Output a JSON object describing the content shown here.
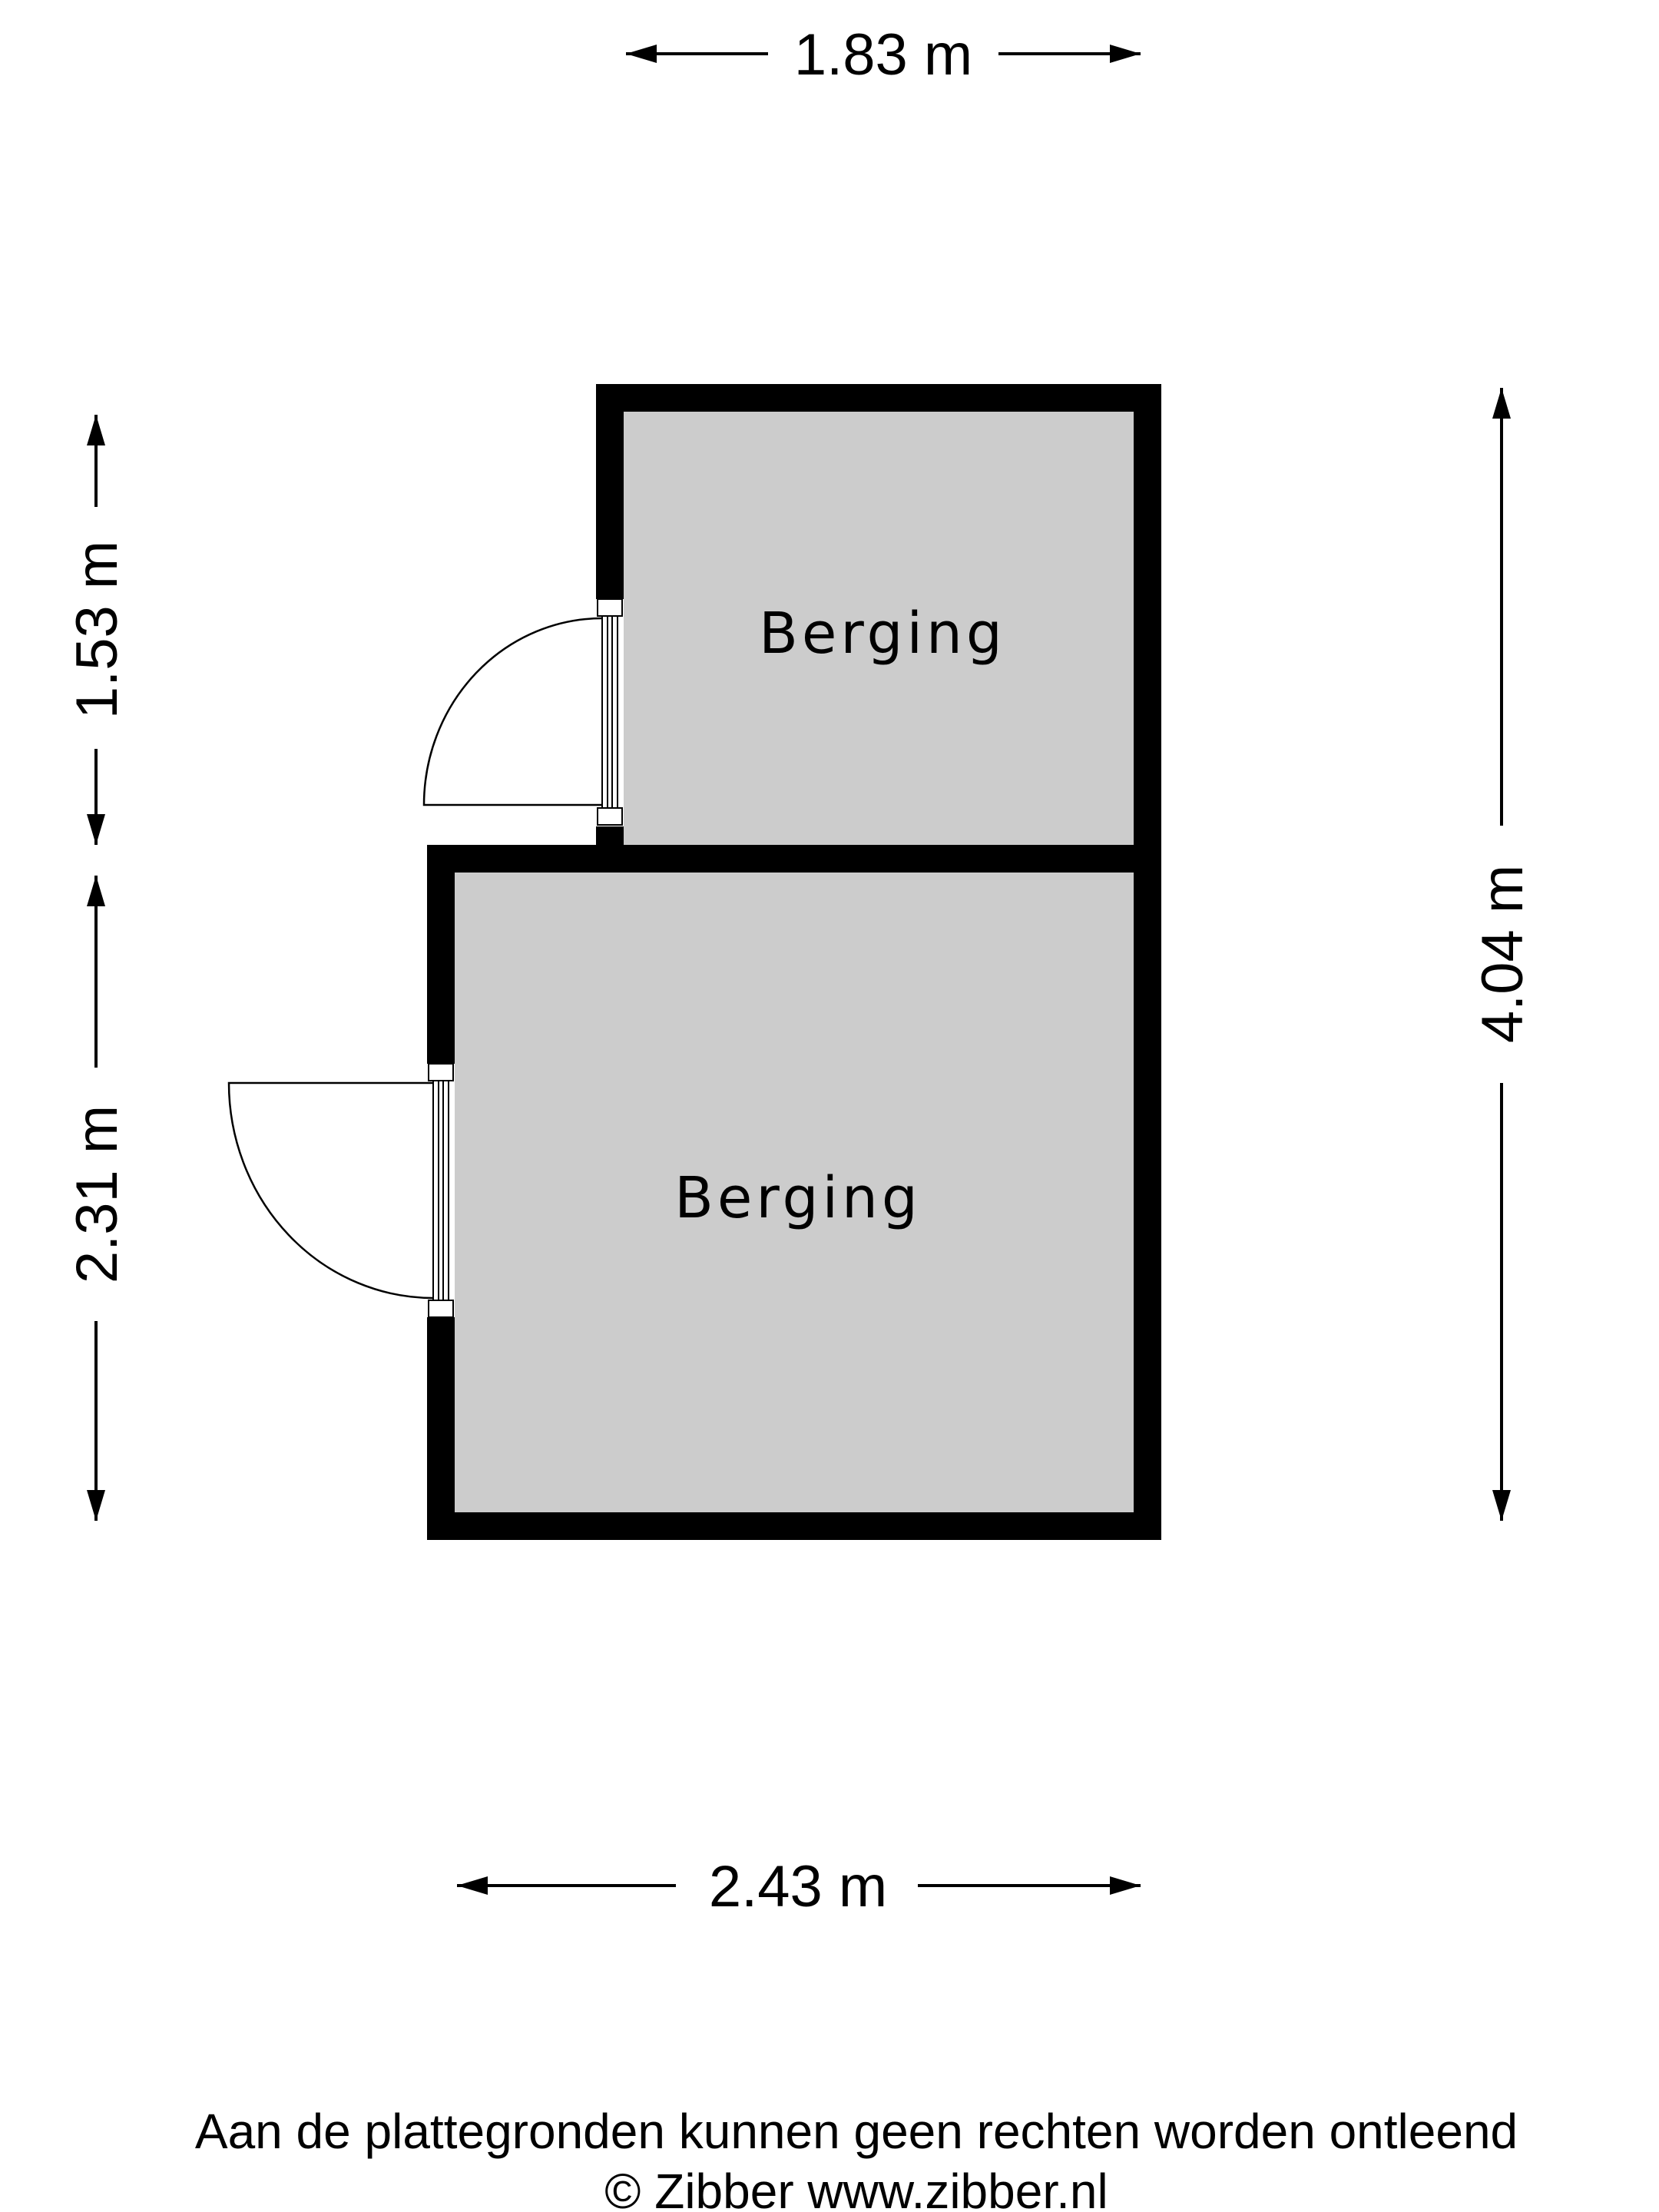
{
  "floorplan": {
    "rooms": [
      {
        "label": "Berging"
      },
      {
        "label": "Berging"
      }
    ],
    "dimensions": {
      "top": "1.83 m",
      "bottom": "2.43 m",
      "left_upper": "1.53 m",
      "left_lower": "2.31 m",
      "right": "4.04 m"
    },
    "colors": {
      "wall": "#000000",
      "floor": "#cccccc",
      "background": "#ffffff"
    }
  },
  "footer": {
    "disclaimer": "Aan de plattegronden kunnen geen rechten worden ontleend",
    "copyright": "© Zibber www.zibber.nl"
  }
}
